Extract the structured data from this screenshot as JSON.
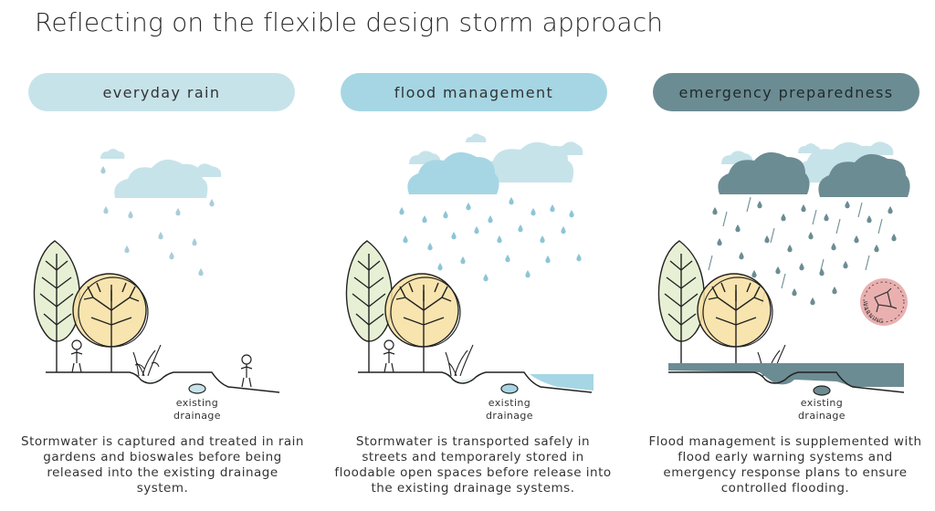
{
  "title": "Reflecting on the flexible design storm approach",
  "panels": [
    {
      "label": "everyday rain",
      "drainage_label": "existing drainage",
      "description": "Stormwater is captured and treated in rain gardens and bioswales before being released into the existing drainage system."
    },
    {
      "label": "flood management",
      "drainage_label": "existing drainage",
      "description": "Stormwater is transported safely in streets and temporarely stored in floodable open spaces before release into the existing drainage systems."
    },
    {
      "label": "emergency preparedness",
      "drainage_label": "existing drainage",
      "description": "Flood management is supplemented with flood early warning systems and emergency response plans to ensure controlled flooding."
    }
  ],
  "warning_badge": {
    "text": "WARNING"
  },
  "colors": {
    "light_blue": "#c7e3ea",
    "mid_blue": "#a6d6e4",
    "dark_teal": "#6c8c93",
    "tree_green": "#e7f0d4",
    "tree_yellow": "#f7dfa0",
    "warning_pink": "#eab0b0"
  }
}
